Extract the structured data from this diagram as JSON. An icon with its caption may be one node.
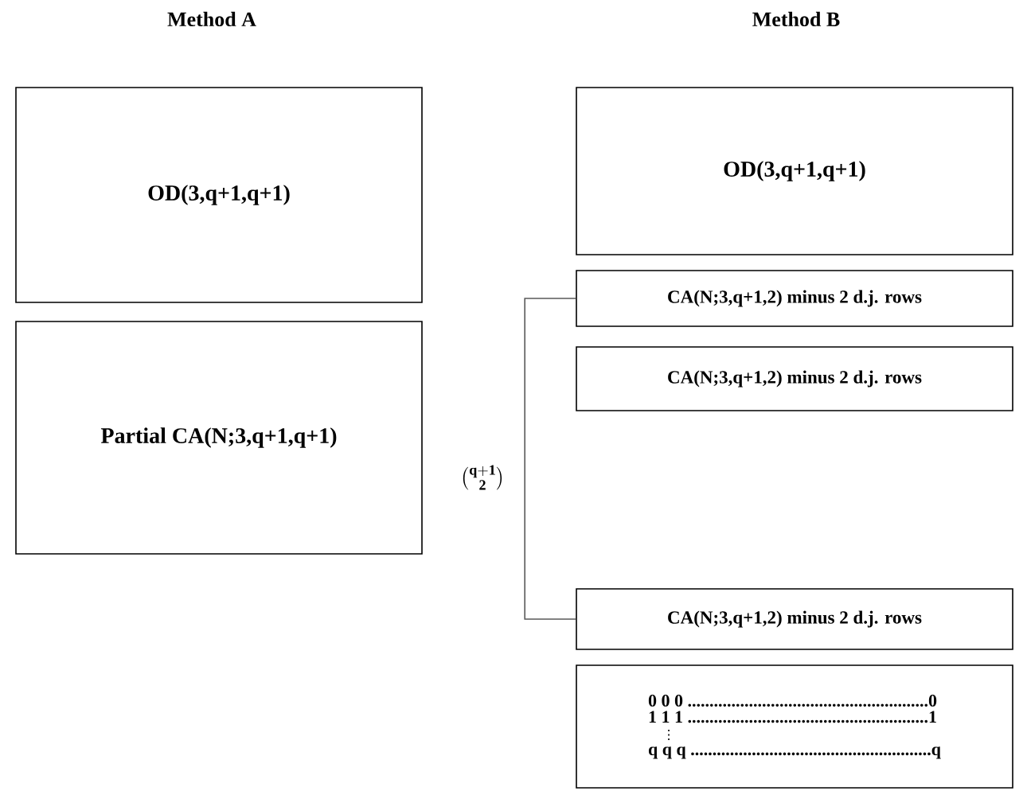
{
  "diagram": {
    "nodes": [
      {
        "text": [
          "OD(3,q+1,q+1)"
        ]
      },
      {
        "text": [
          "Partial CA(N;3,q+1,q+1)"
        ]
      },
      {
        "text": [
          "OD(3,q+1,q+1)"
        ]
      },
      {
        "text": [
          "CA(N;3,q+1,2) minus 2 d.j. rows"
        ]
      },
      {
        "text": [
          "CA(N;3,q+1,2) minus 2 d.j. rows"
        ]
      },
      {
        "text": [
          "CA(N;3,q+1,2) minus 2 d.j. rows"
        ]
      },
      {
        "text": [
          "0 0 0 .......................................................0",
          "1 1 1 .......................................................1",
          "⋮",
          "q q q .......................................................q"
        ]
      }
    ],
    "edges": [
      {
        "from": 3,
        "to": 5,
        "arrow": "none"
      }
    ],
    "labels": [
      "Method A",
      "Method B",
      "\\binom{\\mathbf{q+1}}{\\mathbf{2}}"
    ]
  }
}
